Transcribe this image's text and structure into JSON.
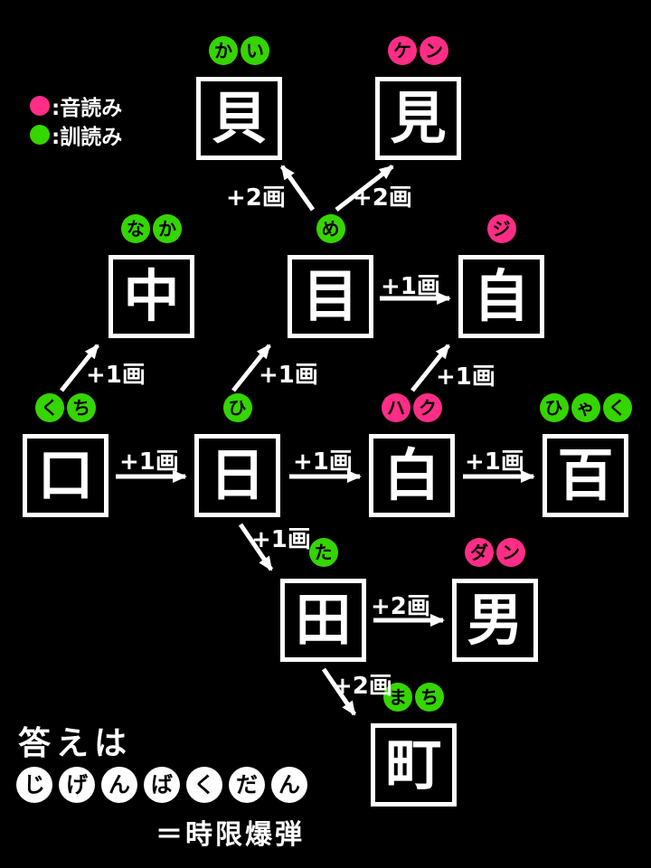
{
  "legend": {
    "onyomi_label": ":音読み",
    "kunyomi_label": ":訓読み"
  },
  "colors": {
    "onyomi": "#ff2d85",
    "kunyomi": "#35d500",
    "background": "#000000",
    "foreground": "#ffffff"
  },
  "nodes": [
    {
      "kanji": "貝",
      "reading_type": "kun",
      "readings": [
        "か",
        "い"
      ]
    },
    {
      "kanji": "見",
      "reading_type": "on",
      "readings": [
        "ケ",
        "ン"
      ]
    },
    {
      "kanji": "中",
      "reading_type": "kun",
      "readings": [
        "な",
        "か"
      ]
    },
    {
      "kanji": "目",
      "reading_type": "kun",
      "readings": [
        "め"
      ]
    },
    {
      "kanji": "自",
      "reading_type": "on",
      "readings": [
        "ジ"
      ]
    },
    {
      "kanji": "口",
      "reading_type": "kun",
      "readings": [
        "く",
        "ち"
      ]
    },
    {
      "kanji": "日",
      "reading_type": "kun",
      "readings": [
        "ひ"
      ]
    },
    {
      "kanji": "白",
      "reading_type": "on",
      "readings": [
        "ハ",
        "ク"
      ]
    },
    {
      "kanji": "百",
      "reading_type": "kun",
      "readings": [
        "ひ",
        "ゃ",
        "く"
      ]
    },
    {
      "kanji": "田",
      "reading_type": "kun",
      "readings": [
        "た"
      ]
    },
    {
      "kanji": "男",
      "reading_type": "on",
      "readings": [
        "ダ",
        "ン"
      ]
    },
    {
      "kanji": "町",
      "reading_type": "kun",
      "readings": [
        "ま",
        "ち"
      ]
    }
  ],
  "arrows": [
    {
      "from": "目",
      "to": "貝",
      "label": "+2画"
    },
    {
      "from": "目",
      "to": "見",
      "label": "+2画"
    },
    {
      "from": "口",
      "to": "中",
      "label": "+1画"
    },
    {
      "from": "日",
      "to": "目",
      "label": "+1画"
    },
    {
      "from": "白",
      "to": "自",
      "label": "+1画"
    },
    {
      "from": "目",
      "to": "自",
      "label": "+1画"
    },
    {
      "from": "口",
      "to": "日",
      "label": "+1画"
    },
    {
      "from": "日",
      "to": "白",
      "label": "+1画"
    },
    {
      "from": "白",
      "to": "百",
      "label": "+1画"
    },
    {
      "from": "日",
      "to": "田",
      "label": "+1画"
    },
    {
      "from": "田",
      "to": "男",
      "label": "+2画"
    },
    {
      "from": "田",
      "to": "町",
      "label": "+2画"
    }
  ],
  "answer": {
    "intro": "答えは",
    "circles": [
      "じ",
      "げ",
      "ん",
      "ば",
      "く",
      "だ",
      "ん"
    ],
    "equation": "＝時限爆弾"
  }
}
